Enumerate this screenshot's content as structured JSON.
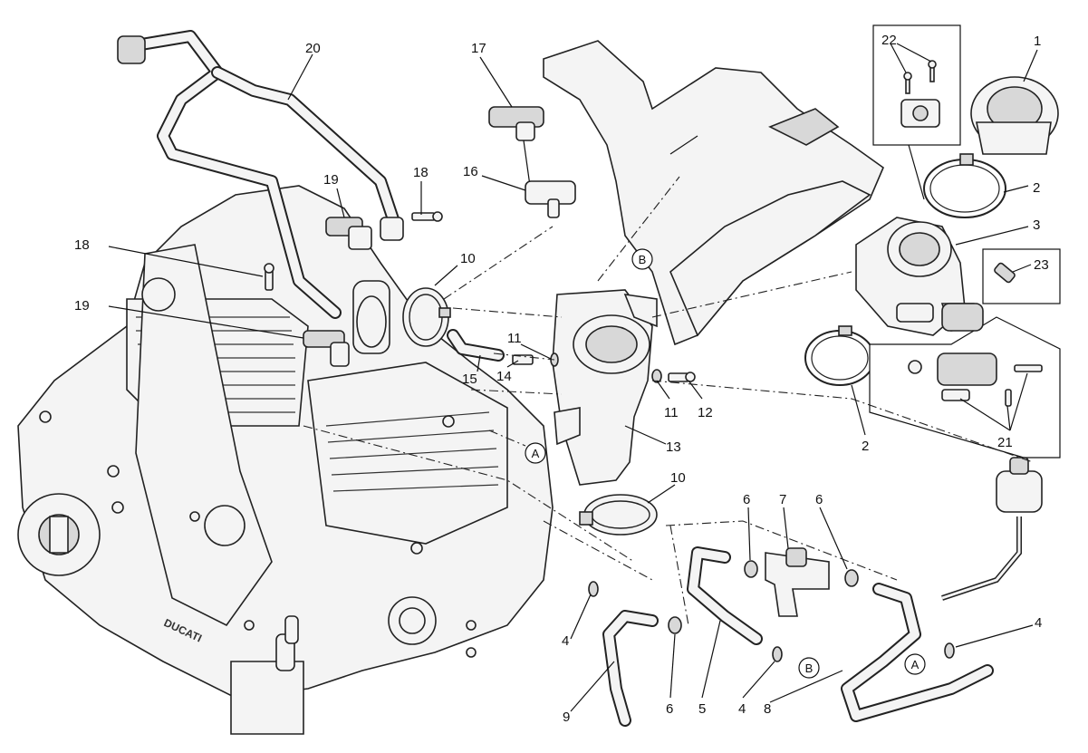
{
  "callouts": {
    "c1": "1",
    "c2a": "2",
    "c2b": "2",
    "c3": "3",
    "c4a": "4",
    "c4b": "4",
    "c4c": "4",
    "c5": "5",
    "c6a": "6",
    "c6b": "6",
    "c6c": "6",
    "c7": "7",
    "c8": "8",
    "c9": "9",
    "c10a": "10",
    "c10b": "10",
    "c11a": "11",
    "c11b": "11",
    "c12": "12",
    "c13": "13",
    "c14": "14",
    "c15": "15",
    "c16": "16",
    "c17": "17",
    "c18a": "18",
    "c18b": "18",
    "c19a": "19",
    "c19b": "19",
    "c20": "20",
    "c21": "21",
    "c22": "22",
    "c23": "23"
  },
  "markers": {
    "a1": "A",
    "a2": "A",
    "b1": "B",
    "b2": "B"
  },
  "engine_logos": {
    "brand": "DUCATI"
  },
  "icons": [
    "engine",
    "throttle-body",
    "intake-manifold",
    "air-filter-box",
    "breather-hose",
    "hose-clamp",
    "sensor",
    "idle-valve",
    "t-union"
  ]
}
